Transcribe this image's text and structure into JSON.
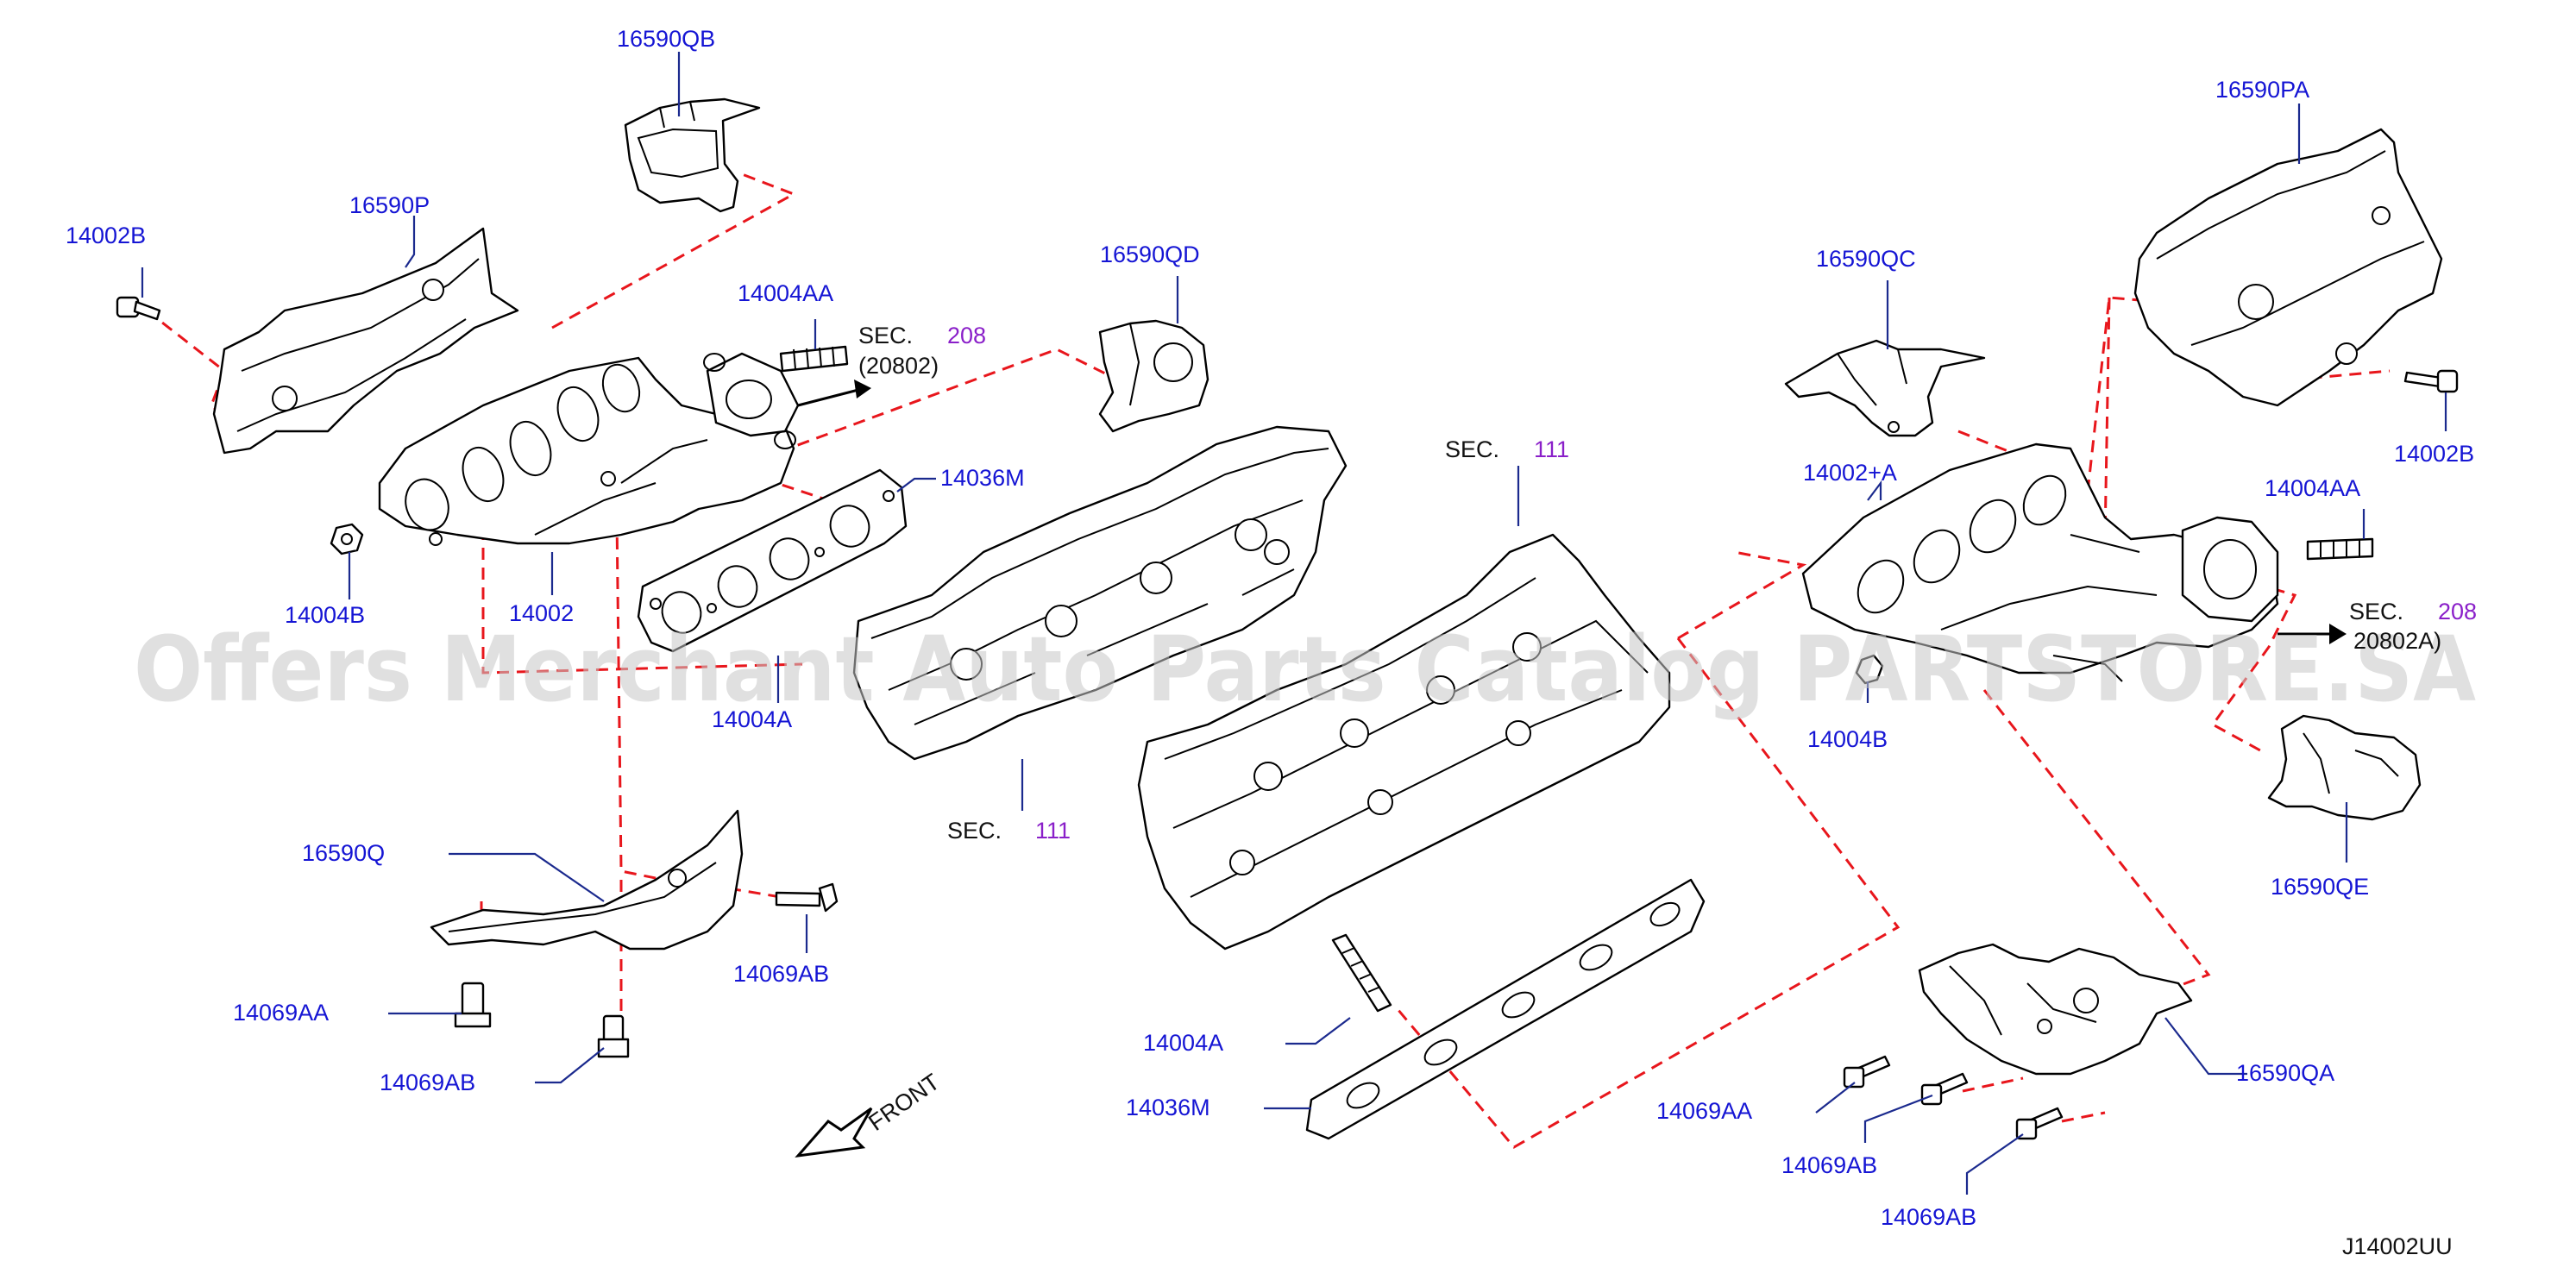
{
  "labels": {
    "p16590QB": "16590QB",
    "p14002B_left": "14002B",
    "p16590P": "16590P",
    "p14004AA_left": "14004AA",
    "p16590QD": "16590QD",
    "p14036M_top": "14036M",
    "p14004B_left": "14004B",
    "p14002": "14002",
    "p14004A_top": "14004A",
    "p16590Q": "16590Q",
    "p14069AA_left": "14069AA",
    "p14069AB_left_low": "14069AB",
    "p14069AB_left_right": "14069AB",
    "p14004A_low": "14004A",
    "p14036M_low": "14036M",
    "p16590QC": "16590QC",
    "p16590PA": "16590PA",
    "p14002B_right": "14002B",
    "p14002A": "14002+A",
    "p14004AA_right": "14004AA",
    "p14004B_right": "14004B",
    "p16590QE": "16590QE",
    "p16590QA": "16590QA",
    "p14069AA_right": "14069AA",
    "p14069AB_right_1": "14069AB",
    "p14069AB_right_2": "14069AB"
  },
  "section_refs": {
    "left_exhaust": {
      "prefix": "SEC.",
      "number": "208",
      "sub": "(20802)"
    },
    "head_left": {
      "prefix": "SEC.",
      "number": "111"
    },
    "head_right": {
      "prefix": "SEC.",
      "number": "111"
    },
    "right_exhaust": {
      "prefix": "SEC.",
      "number": "208",
      "sub": "20802A)"
    }
  },
  "front_marker": "FRONT",
  "diagram_code": "J14002UU",
  "watermark": "Offers Merchant Auto Parts Catalog PARTSTORE.SA",
  "colors": {
    "label": "#1515d4",
    "section_number": "#8a1fc9",
    "dashed_guide": "#e8161c",
    "leader": "#1b2a8e",
    "outline": "#000000"
  }
}
